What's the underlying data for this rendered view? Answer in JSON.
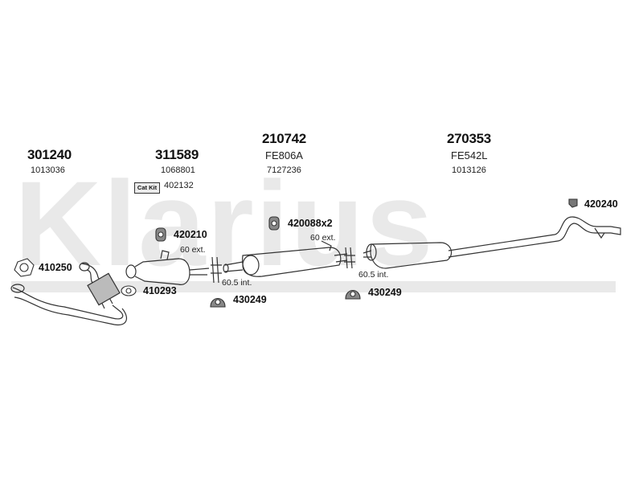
{
  "brand": {
    "watermark_text": "Klarius"
  },
  "assemblies": [
    {
      "part": "301240",
      "ref": "1013036"
    },
    {
      "part": "311589",
      "ref": "1068801",
      "catkit_label": "Cat Kit",
      "catkit_ref": "402132"
    },
    {
      "part": "210742",
      "code": "FE806A",
      "ref": "7127236"
    },
    {
      "part": "270353",
      "code": "FE542L",
      "ref": "1013126"
    }
  ],
  "fittings": {
    "f410250": "410250",
    "f410293": "410293",
    "f420210": "420210",
    "f430249a": "430249",
    "f420088": "420088x2",
    "f430249b": "430249",
    "f420240": "420240"
  },
  "notes": {
    "ext1": "60 ext.",
    "int1": "60.5 int.",
    "ext2": "60 ext.",
    "int2": "60.5 int."
  }
}
